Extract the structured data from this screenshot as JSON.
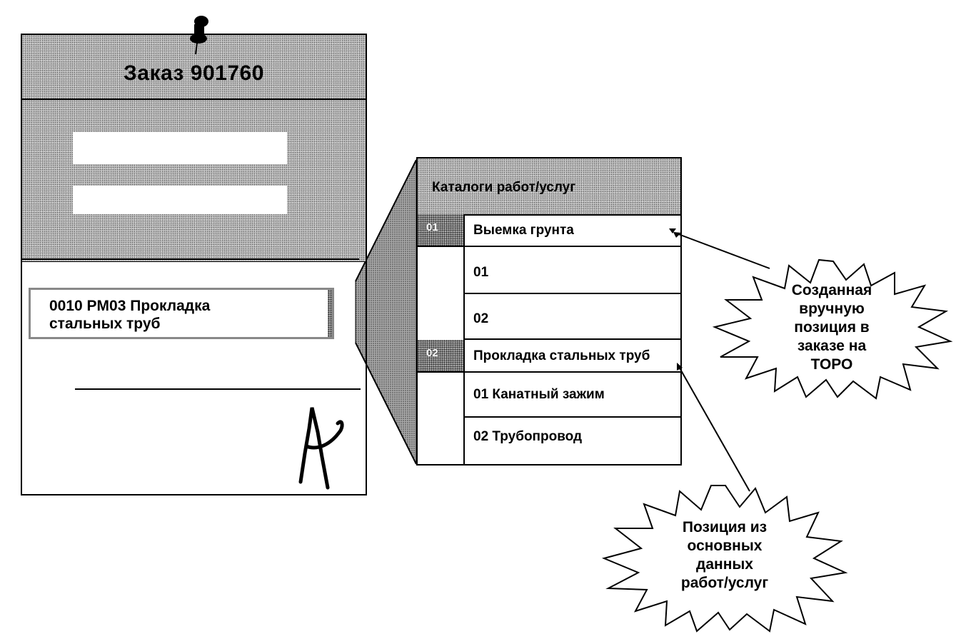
{
  "order": {
    "title": "Заказ 901760",
    "item": {
      "line1": "0010  PM03 Прокладка",
      "line2": "стальных труб"
    }
  },
  "catalog": {
    "title": "Каталоги работ/услуг",
    "groups": [
      {
        "number": "01",
        "label": "Выемка грунта",
        "items": [
          "01",
          "02"
        ]
      },
      {
        "number": "02",
        "label": "Прокладка стальных труб",
        "items": [
          "01 Канатный зажим",
          "02 Трубопровод"
        ]
      }
    ]
  },
  "callouts": {
    "manual": [
      "Созданная",
      "вручную",
      "позиция в",
      "заказе на",
      "ТОРО"
    ],
    "master_data": [
      "Позиция из",
      "основных",
      "данных",
      "работ/услуг"
    ]
  },
  "icons": {
    "pin": "pushpin-icon",
    "signature": "signature-icon",
    "dropdown": "chevron-down-icon"
  }
}
